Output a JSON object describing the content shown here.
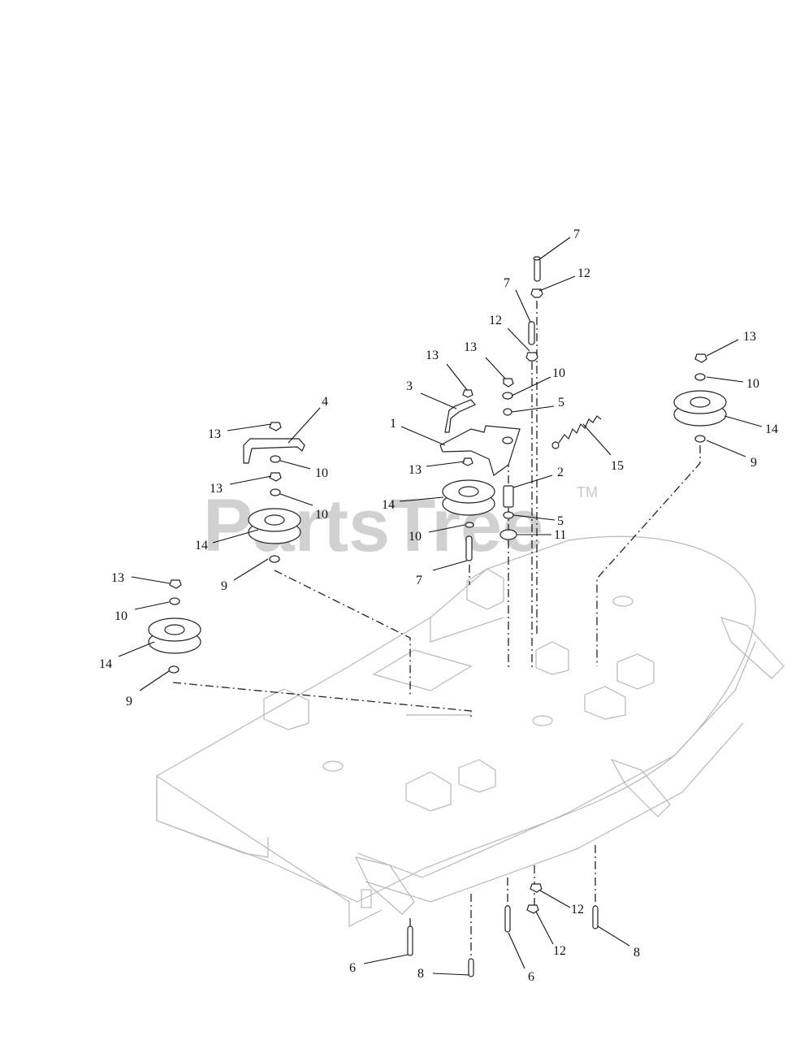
{
  "watermark": {
    "text": "PartsTree",
    "trademark": "TM"
  },
  "callouts": [
    {
      "id": "c1",
      "label": "7"
    },
    {
      "id": "c2",
      "label": "12"
    },
    {
      "id": "c3",
      "label": "7"
    },
    {
      "id": "c4",
      "label": "12"
    },
    {
      "id": "c5",
      "label": "13"
    },
    {
      "id": "c6",
      "label": "13"
    },
    {
      "id": "c7",
      "label": "10"
    },
    {
      "id": "c8",
      "label": "3"
    },
    {
      "id": "c9",
      "label": "5"
    },
    {
      "id": "c10",
      "label": "1"
    },
    {
      "id": "c11",
      "label": "15"
    },
    {
      "id": "c12",
      "label": "13"
    },
    {
      "id": "c13",
      "label": "2"
    },
    {
      "id": "c14",
      "label": "14"
    },
    {
      "id": "c15",
      "label": "5"
    },
    {
      "id": "c16",
      "label": "10"
    },
    {
      "id": "c17",
      "label": "11"
    },
    {
      "id": "c18",
      "label": "7"
    },
    {
      "id": "c19",
      "label": "4"
    },
    {
      "id": "c20",
      "label": "13"
    },
    {
      "id": "c21",
      "label": "10"
    },
    {
      "id": "c22",
      "label": "13"
    },
    {
      "id": "c23",
      "label": "10"
    },
    {
      "id": "c24",
      "label": "14"
    },
    {
      "id": "c25",
      "label": "9"
    },
    {
      "id": "c26",
      "label": "13"
    },
    {
      "id": "c27",
      "label": "10"
    },
    {
      "id": "c28",
      "label": "14"
    },
    {
      "id": "c29",
      "label": "9"
    },
    {
      "id": "c30",
      "label": "13"
    },
    {
      "id": "c31",
      "label": "10"
    },
    {
      "id": "c32",
      "label": "14"
    },
    {
      "id": "c33",
      "label": "9"
    },
    {
      "id": "c34",
      "label": "12"
    },
    {
      "id": "c35",
      "label": "12"
    },
    {
      "id": "c36",
      "label": "8"
    },
    {
      "id": "c37",
      "label": "6"
    },
    {
      "id": "c38",
      "label": "8"
    },
    {
      "id": "c39",
      "label": "6"
    }
  ]
}
